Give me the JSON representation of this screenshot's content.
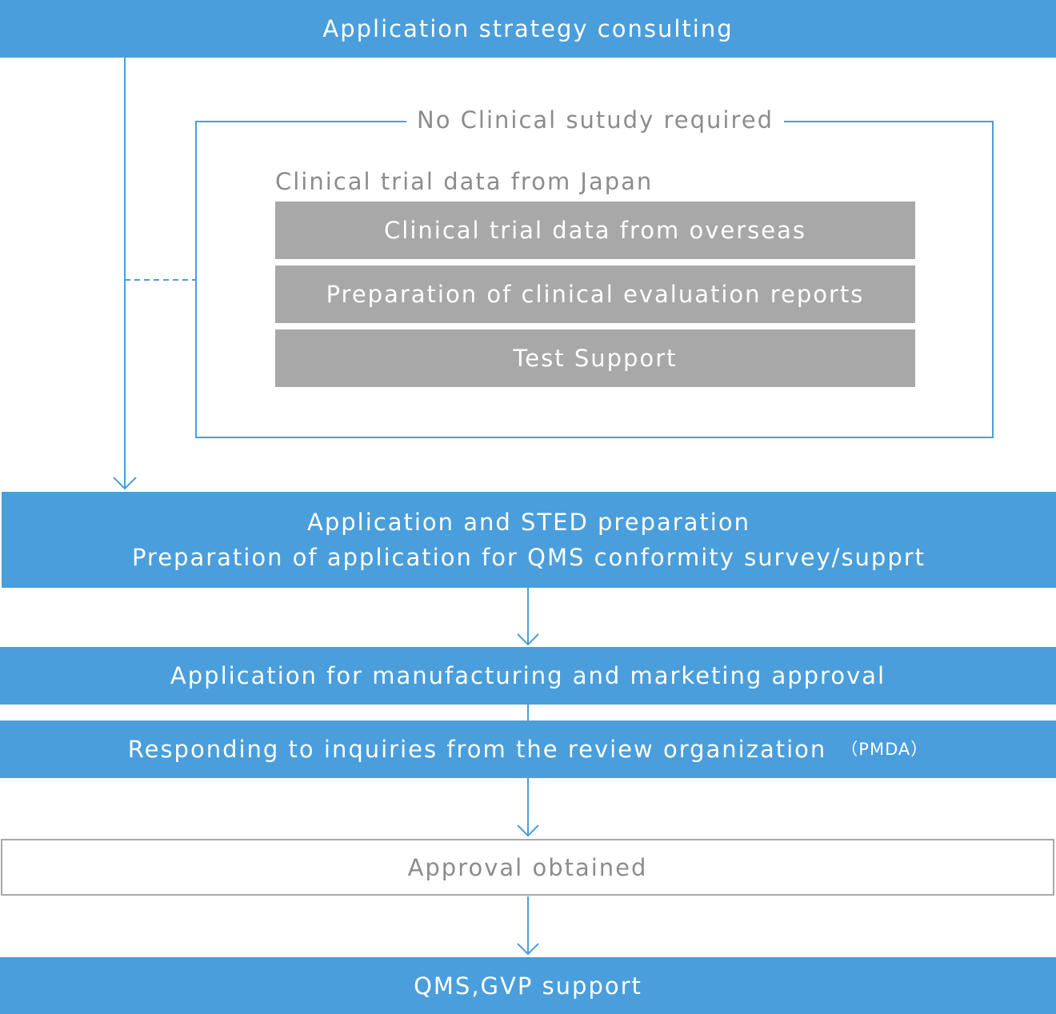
{
  "steps": {
    "consulting": "Application strategy consulting",
    "no_clinical_title": "No Clinical sutudy required",
    "japan_data": "Clinical trial data from Japan",
    "overseas_data": "Clinical trial data from overseas",
    "evaluation_reports": "Preparation of clinical evaluation reports",
    "test_support": "Test Support",
    "sted_line1": "Application and STED preparation",
    "sted_line2": "Preparation of application for QMS conformity survey/supprt",
    "manufacturing_approval": "Application for manufacturing and marketing approval",
    "inquiries": "Responding to inquiries from the review organization",
    "inquiries_org": "（PMDA）",
    "approval_obtained": "Approval obtained",
    "qms_gvp": "QMS,GVP support"
  },
  "colors": {
    "blue": "#4a9edb",
    "grey_box": "#a8a8a8",
    "grey_text": "#8c8c8c"
  }
}
